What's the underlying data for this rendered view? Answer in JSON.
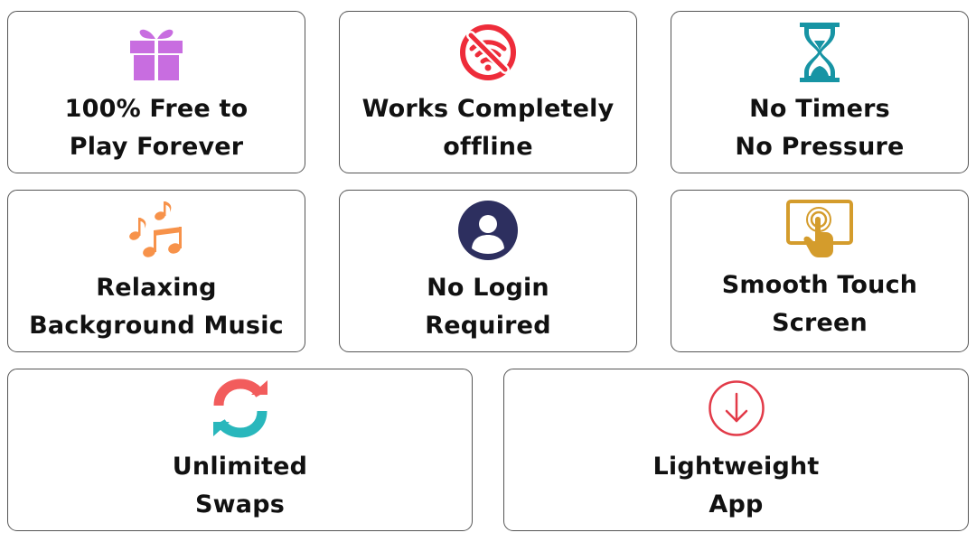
{
  "colors": {
    "gift": "#C86DE0",
    "offline": "#EE2C3A",
    "hourglass": "#1794A4",
    "music": "#F7924A",
    "user": "#2D2F5F",
    "touch": "#D49C2C",
    "swap_red": "#F25C5C",
    "swap_teal": "#29B7BC",
    "download": "#E23A48",
    "card_border": "#555555",
    "text": "#111111"
  },
  "features": [
    {
      "icon": "gift-icon",
      "line1": "100% Free to",
      "line2": "Play Forever"
    },
    {
      "icon": "no-wifi-icon",
      "line1": "Works Completely",
      "line2": "offline"
    },
    {
      "icon": "hourglass-icon",
      "line1": "No Timers",
      "line2": "No Pressure"
    },
    {
      "icon": "music-notes-icon",
      "line1": "Relaxing",
      "line2": "Background Music"
    },
    {
      "icon": "user-avatar-icon",
      "line1": "No Login",
      "line2": "Required"
    },
    {
      "icon": "touch-screen-icon",
      "line1": "Smooth Touch",
      "line2": "Screen"
    },
    {
      "icon": "swap-arrows-icon",
      "line1": "Unlimited",
      "line2": "Swaps"
    },
    {
      "icon": "download-icon",
      "line1": "Lightweight",
      "line2": "App"
    }
  ]
}
